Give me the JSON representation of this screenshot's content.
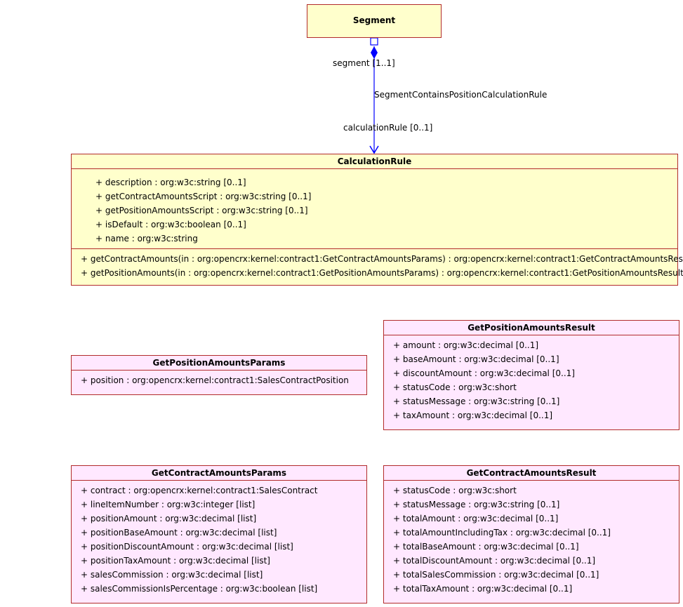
{
  "segment": {
    "title": "Segment"
  },
  "association": {
    "name": "SegmentContainsPositionCalculationRule",
    "source_role": "segment [1..1]",
    "target_role": "calculationRule [0..1]"
  },
  "calculation_rule": {
    "title": "CalculationRule",
    "attributes": [
      "+ description : org:w3c:string [0..1]",
      "+ getContractAmountsScript : org:w3c:string [0..1]",
      "+ getPositionAmountsScript : org:w3c:string [0..1]",
      "+ isDefault : org:w3c:boolean [0..1]",
      "+ name : org:w3c:string"
    ],
    "operations": [
      "+ getContractAmounts(in : org:opencrx:kernel:contract1:GetContractAmountsParams) : org:opencrx:kernel:contract1:GetContractAmountsResult",
      "+ getPositionAmounts(in : org:opencrx:kernel:contract1:GetPositionAmountsParams) : org:opencrx:kernel:contract1:GetPositionAmountsResult"
    ]
  },
  "get_position_amounts_params": {
    "title": "GetPositionAmountsParams",
    "attributes": [
      "+ position : org:opencrx:kernel:contract1:SalesContractPosition"
    ]
  },
  "get_position_amounts_result": {
    "title": "GetPositionAmountsResult",
    "attributes": [
      "+ amount : org:w3c:decimal [0..1]",
      "+ baseAmount : org:w3c:decimal [0..1]",
      "+ discountAmount : org:w3c:decimal [0..1]",
      "+ statusCode : org:w3c:short",
      "+ statusMessage : org:w3c:string [0..1]",
      "+ taxAmount : org:w3c:decimal [0..1]"
    ]
  },
  "get_contract_amounts_params": {
    "title": "GetContractAmountsParams",
    "attributes": [
      "+ contract : org:opencrx:kernel:contract1:SalesContract",
      "+ lineItemNumber : org:w3c:integer [list]",
      "+ positionAmount : org:w3c:decimal [list]",
      "+ positionBaseAmount : org:w3c:decimal [list]",
      "+ positionDiscountAmount : org:w3c:decimal [list]",
      "+ positionTaxAmount : org:w3c:decimal [list]",
      "+ salesCommission : org:w3c:decimal [list]",
      "+ salesCommissionIsPercentage : org:w3c:boolean [list]"
    ]
  },
  "get_contract_amounts_result": {
    "title": "GetContractAmountsResult",
    "attributes": [
      "+ statusCode : org:w3c:short",
      "+ statusMessage : org:w3c:string [0..1]",
      "+ totalAmount : org:w3c:decimal [0..1]",
      "+ totalAmountIncludingTax : org:w3c:decimal [0..1]",
      "+ totalBaseAmount : org:w3c:decimal [0..1]",
      "+ totalDiscountAmount : org:w3c:decimal [0..1]",
      "+ totalSalesCommission : org:w3c:decimal [0..1]",
      "+ totalTaxAmount : org:w3c:decimal [0..1]"
    ]
  },
  "colors": {
    "border": "#b22b2b",
    "connector": "#0000ff",
    "yellow_fill": "#ffffcc",
    "pink_fill": "#ffe8ff"
  }
}
